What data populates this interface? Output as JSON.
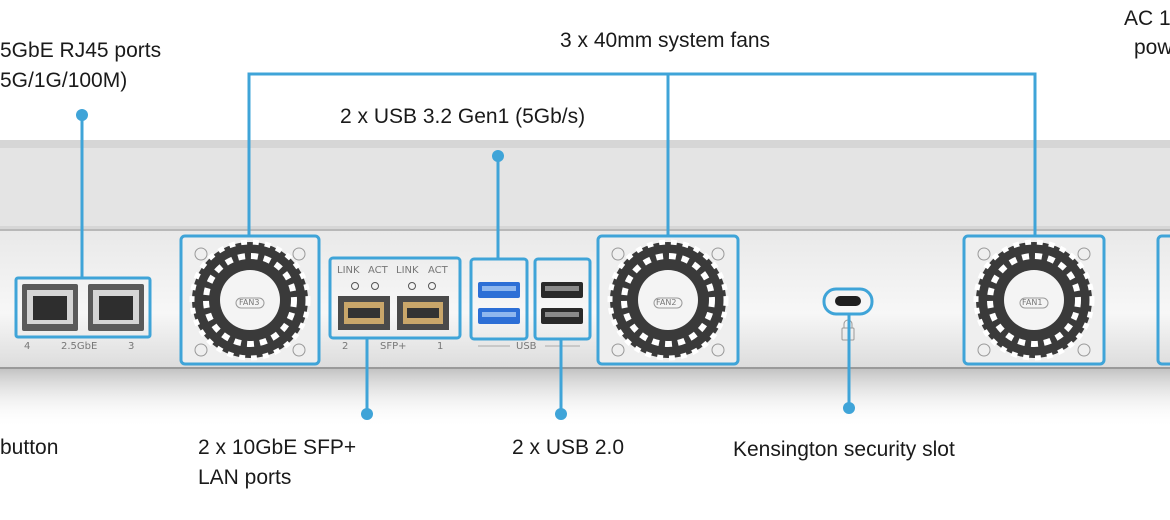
{
  "callouts": {
    "rj45_line1": "5GbE RJ45 ports",
    "rj45_line2": "5G/1G/100M)",
    "fans": "3 x 40mm system fans",
    "usb32": "2 x USB 3.2 Gen1 (5Gb/s)",
    "ac_line1": "AC 1",
    "ac_line2": "pow",
    "button": "button",
    "sfp_line1": "2 x 10GbE SFP+",
    "sfp_line2": "LAN ports",
    "usb20": "2 x USB 2.0",
    "kensington": "Kensington security slot"
  },
  "panel_labels": {
    "rj45_port_left": "4",
    "rj45_speed": "2.5GbE",
    "rj45_port_right": "3",
    "sfp_link_1": "LINK",
    "sfp_act_1": "ACT",
    "sfp_link_2": "LINK",
    "sfp_act_2": "ACT",
    "sfp_port_left": "2",
    "sfp_type": "SFP+",
    "sfp_port_right": "1",
    "usb": "USB",
    "fan3": "FAN3",
    "fan2": "FAN2",
    "fan1": "FAN1"
  },
  "colors": {
    "callout_line": "#3fa4d8",
    "usb3_blue": "#2d6fd6"
  }
}
